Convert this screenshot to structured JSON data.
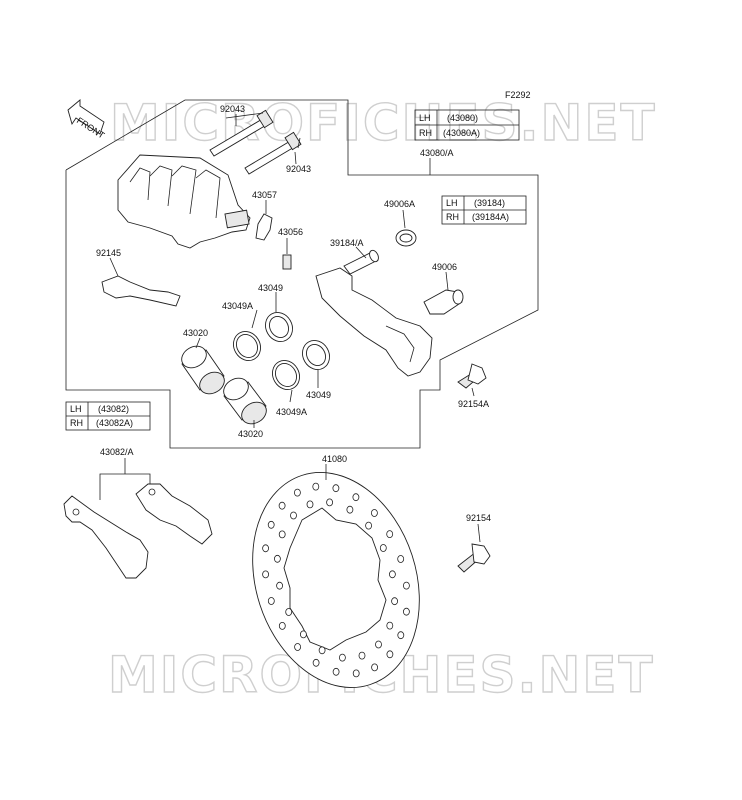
{
  "figure_code": "F2292",
  "watermark": "MICROFICHES.NET",
  "front_arrow": "FRONT",
  "parts": {
    "p92043_top": "92043",
    "p92043_right": "92043",
    "p43057": "43057",
    "p43056": "43056",
    "p92145": "92145",
    "p43049_top": "43049",
    "p43049A_top": "43049A",
    "p43020_top": "43020",
    "p43049_bottom": "43049",
    "p43049A_bottom": "43049A",
    "p43020_bottom": "43020",
    "p43080A": "43080/A",
    "p49006A": "49006A",
    "p39184A": "39184/A",
    "p49006": "49006",
    "p92154A": "92154A",
    "p43082A": "43082/A",
    "p41080": "41080",
    "p92154": "92154"
  },
  "tables": {
    "t43080": {
      "rows": [
        {
          "side": "LH",
          "part": "(43080)"
        },
        {
          "side": "RH",
          "part": "(43080A)"
        }
      ]
    },
    "t39184": {
      "rows": [
        {
          "side": "LH",
          "part": "(39184)"
        },
        {
          "side": "RH",
          "part": "(39184A)"
        }
      ]
    },
    "t43082": {
      "rows": [
        {
          "side": "LH",
          "part": "(43082)"
        },
        {
          "side": "RH",
          "part": "(43082A)"
        }
      ]
    }
  }
}
